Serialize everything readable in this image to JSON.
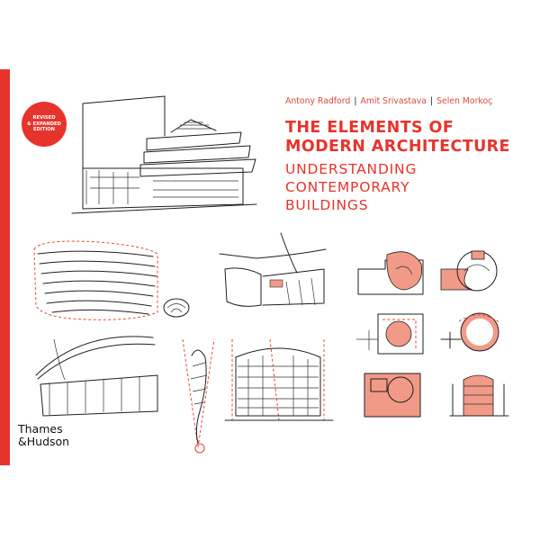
{
  "badge": {
    "line1": "REVISED",
    "line2": "& EXPANDED",
    "line3": "EDITION"
  },
  "authors": [
    "Antony Radford",
    "Amit Srivastava",
    "Selen Morkoç"
  ],
  "author_separator": "|",
  "title": {
    "line1": "THE ELEMENTS OF",
    "line2": "MODERN ARCHITECTURE"
  },
  "subtitle": {
    "line1": "UNDERSTANDING",
    "line2": "CONTEMPORARY",
    "line3": "BUILDINGS"
  },
  "publisher": {
    "line1": "Thames",
    "line2": "&Hudson"
  },
  "colors": {
    "accent": "#e6342d",
    "sketch_fill": "#f19a88",
    "ink": "#1f1f1f"
  }
}
